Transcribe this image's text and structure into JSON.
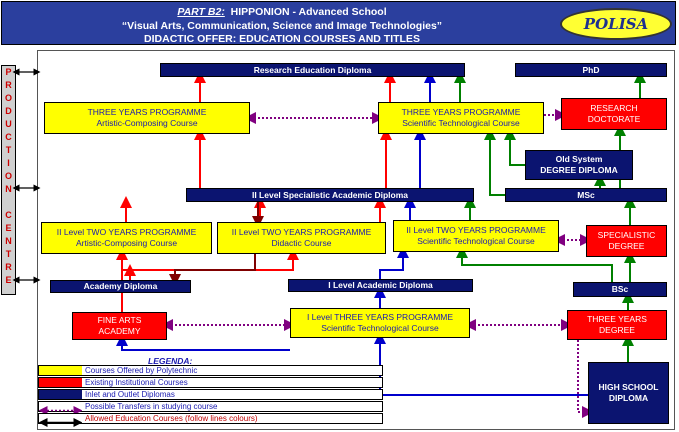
{
  "header": {
    "part": "PART B2:",
    "school": "HIPPONION - Advanced School",
    "subtitle": "“Visual Arts, Communication, Science and Image Technologies”",
    "offer": "DIDACTIC OFFER: EDUCATION COURSES AND TITLES",
    "logo": "POLISA"
  },
  "production_centre": [
    "P",
    "R",
    "O",
    "D",
    "U",
    "C",
    "T",
    "I",
    "O",
    "N",
    "",
    "C",
    "E",
    "N",
    "T",
    "R",
    "E"
  ],
  "nodes": {
    "research_diploma": {
      "text": [
        "Research Education Diploma"
      ]
    },
    "phd": {
      "text": [
        "PhD"
      ]
    },
    "three_art": {
      "text": [
        "THREE YEARS PROGRAMME",
        "Artistic-Composing Course"
      ]
    },
    "three_sci": {
      "text": [
        "THREE YEARS PROGRAMME",
        "Scientific Technological Course"
      ]
    },
    "research_doct": {
      "text": [
        "RESEARCH",
        "DOCTORATE"
      ]
    },
    "old_system": {
      "text": [
        "Old System",
        "DEGREE DIPLOMA"
      ]
    },
    "msc": {
      "text": [
        "MSc"
      ]
    },
    "spec_diploma": {
      "text": [
        "II Level Specialistic Academic Diploma"
      ]
    },
    "two_art": {
      "text": [
        "II Level TWO YEARS PROGRAMME",
        "Artistic-Composing Course"
      ]
    },
    "two_did": {
      "text": [
        "II Level TWO YEARS PROGRAMME",
        "Didactic Course"
      ]
    },
    "two_sci": {
      "text": [
        "II Level TWO YEARS PROGRAMME",
        "Scientific Technological Course"
      ]
    },
    "spec_degree": {
      "text": [
        "SPECIALISTIC",
        "DEGREE"
      ]
    },
    "academy_diploma": {
      "text": [
        "Academy Diploma"
      ]
    },
    "first_diploma": {
      "text": [
        "I Level Academic Diploma"
      ]
    },
    "bsc": {
      "text": [
        "BSc"
      ]
    },
    "fine_arts": {
      "text": [
        "FINE ARTS",
        "ACADEMY"
      ]
    },
    "first_three": {
      "text": [
        "I Level THREE YEARS PROGRAMME",
        "Scientific Technological Course"
      ]
    },
    "three_degree": {
      "text": [
        "THREE YEARS",
        "DEGREE"
      ]
    },
    "high_school": {
      "text": [
        "HIGH SCHOOL",
        "DIPLOMA"
      ]
    }
  },
  "legend": {
    "title": "LEGENDA:",
    "items": [
      {
        "label": "Courses Offered by Polytechnic",
        "color": "#ffff00"
      },
      {
        "label": "Existing Institutional Courses",
        "color": "#ff0000"
      },
      {
        "label": "Inlet and Outlet Diplomas",
        "color": "#0b1470"
      },
      {
        "label": "Possible Transfers in studying course",
        "color": "#800080"
      },
      {
        "label": "Allowed Education Courses (follow lines colours)",
        "color": "#000000"
      }
    ]
  },
  "colors": {
    "yellow": "#ffff00",
    "red": "#ff0000",
    "navy": "#0b1470",
    "green": "#008000",
    "blue": "#0000cc",
    "darkred": "#800000",
    "purple": "#800080"
  }
}
